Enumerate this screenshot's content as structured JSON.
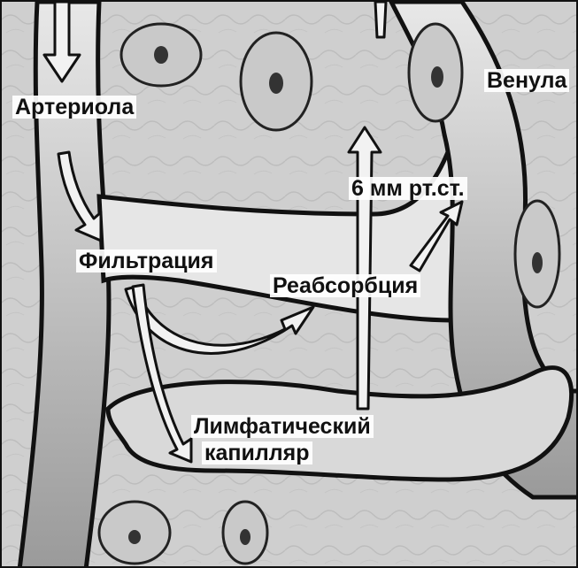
{
  "labels": {
    "arteriole": "Артериола",
    "venule": "Венула",
    "pressure": "6 мм рт.ст.",
    "filtration": "Фильтрация",
    "reabsorption": "Реабсорбция",
    "lymph_line1": "Лимфатический",
    "lymph_line2": "капилляр"
  }
}
